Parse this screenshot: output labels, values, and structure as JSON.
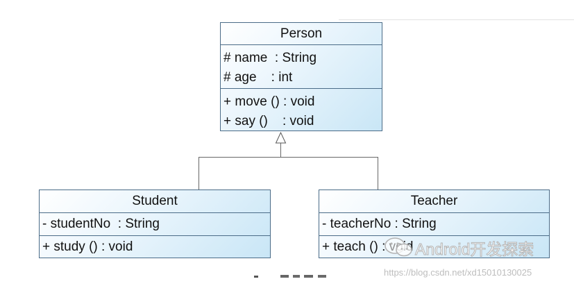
{
  "diagram": {
    "classes": {
      "person": {
        "name": "Person",
        "attributes": [
          "# name  : String",
          "# age    : int"
        ],
        "operations": [
          "+ move () : void",
          "+ say ()    : void"
        ]
      },
      "student": {
        "name": "Student",
        "attributes": [
          "- studentNo  : String"
        ],
        "operations": [
          "+ study () : void"
        ]
      },
      "teacher": {
        "name": "Teacher",
        "attributes": [
          "- teacherNo : String"
        ],
        "operations": [
          "+ teach () : void"
        ]
      }
    },
    "relations": [
      {
        "type": "generalization",
        "from": "Student",
        "to": "Person"
      },
      {
        "type": "generalization",
        "from": "Teacher",
        "to": "Person"
      }
    ]
  },
  "watermark": {
    "title": "Android开发探索",
    "url": "https://blog.csdn.net/xd15010130025",
    "logo_icon": "wechat-logo-icon"
  },
  "colors": {
    "border": "#4a6b87",
    "fill_light": "#eef7fd",
    "fill_dark": "#c9e6f6",
    "line": "#666666"
  }
}
